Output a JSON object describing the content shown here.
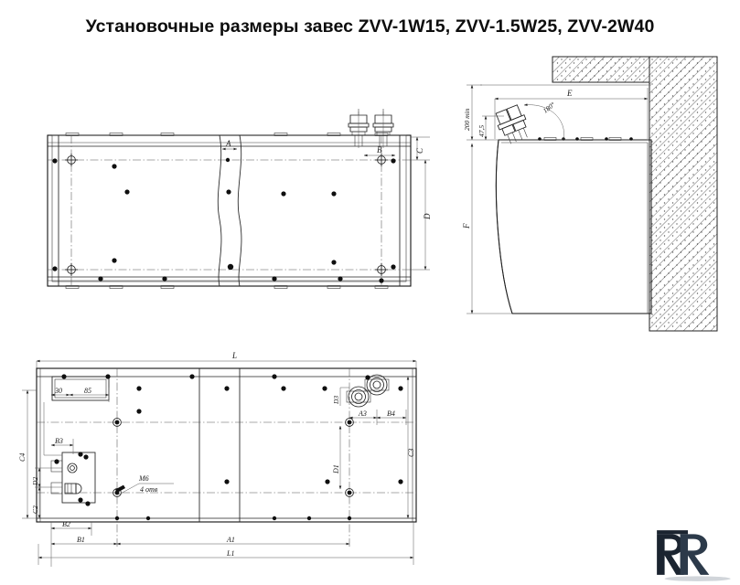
{
  "page": {
    "title": "Установочные размеры завес ZVV-1W15, ZVV-1.5W25, ZVV-2W40",
    "background": "#ffffff",
    "line_color": "#1d1d1d"
  },
  "views": {
    "front": {
      "name": "front-view",
      "labels": {
        "a": "A",
        "b": "B",
        "c": "C",
        "d": "D"
      }
    },
    "side": {
      "name": "side-section-view",
      "labels": {
        "e": "E",
        "f": "F",
        "height_min": "200 min",
        "offset": "47,5",
        "angle": "180°"
      }
    },
    "plan": {
      "name": "plan-view",
      "labels": {
        "l": "L",
        "l1": "L1",
        "a1": "A1",
        "a3": "A3",
        "b1": "B1",
        "b2": "B2",
        "b3": "B3",
        "b4": "B4",
        "c2": "C2",
        "c3": "C3",
        "c4": "C4",
        "d1": "D1",
        "d2": "D2",
        "d3": "D3",
        "n30": "30",
        "n85": "85",
        "thread": "M6",
        "holes": "4 отв"
      }
    }
  },
  "logo": {
    "name": "rr-monogram-logo",
    "text": "RR"
  }
}
